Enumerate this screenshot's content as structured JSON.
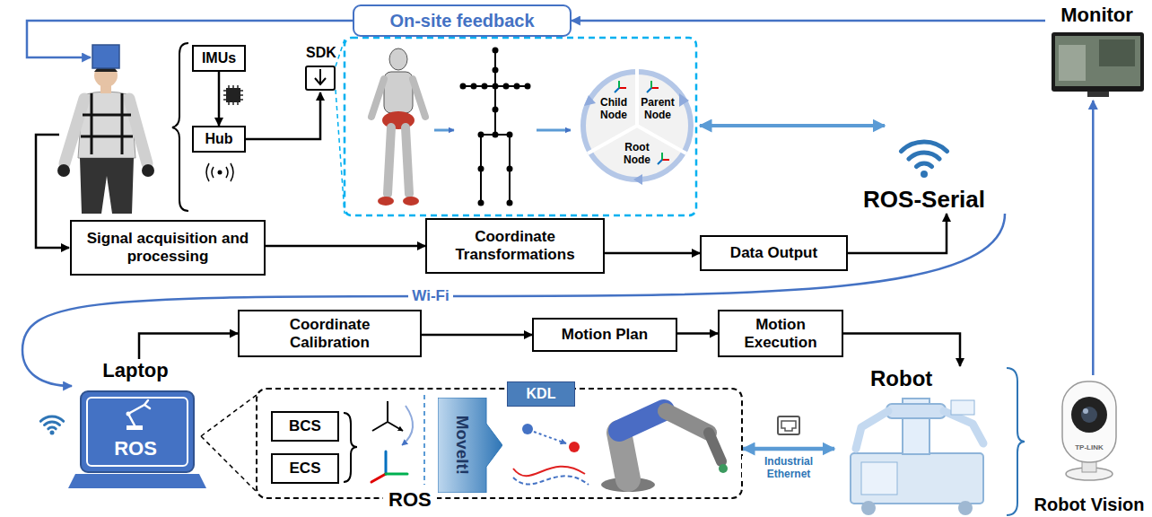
{
  "diagram": {
    "nodes": [
      {
        "text": [
          "On-site feedback"
        ]
      },
      {
        "text": [
          "Monitor"
        ]
      },
      {
        "text": [
          "IMUs"
        ]
      },
      {
        "text": [
          "Hub"
        ]
      },
      {
        "text": [
          "Signal acquisition and processing"
        ]
      },
      {
        "text": [
          "Coordinate Transformations"
        ]
      },
      {
        "text": [
          "Data Output"
        ]
      },
      {
        "text": [
          "ROS-Serial"
        ]
      },
      {
        "text": [
          "Coordinate Calibration"
        ]
      },
      {
        "text": [
          "Motion Plan"
        ]
      },
      {
        "text": [
          "Motion Execution"
        ]
      },
      {
        "text": [
          "Laptop",
          "ROS"
        ]
      },
      {
        "text": [
          "ROS"
        ]
      },
      {
        "text": [
          "BCS"
        ],
        "in": 12
      },
      {
        "text": [
          "ECS"
        ],
        "in": 12
      },
      {
        "text": [
          "MoveIt!"
        ],
        "in": 12
      },
      {
        "text": [
          "KDL"
        ],
        "in": 12
      },
      {
        "text": [
          "Robot"
        ]
      },
      {
        "text": [
          "Robot Vision"
        ]
      }
    ],
    "edges": [
      {
        "from": 2,
        "to": 3,
        "arrow": "to"
      },
      {
        "from": 4,
        "to": 5,
        "arrow": "to"
      },
      {
        "from": 5,
        "to": 6,
        "arrow": "to"
      },
      {
        "from": 6,
        "to": 7,
        "arrow": "to"
      },
      {
        "from": 7,
        "to": 11,
        "label": "Wi-Fi",
        "arrow": "to"
      },
      {
        "from": 11,
        "to": 8,
        "arrow": "to"
      },
      {
        "from": 8,
        "to": 9,
        "arrow": "to"
      },
      {
        "from": 9,
        "to": 10,
        "arrow": "to"
      },
      {
        "from": 10,
        "to": 17,
        "arrow": "to"
      },
      {
        "from": 12,
        "to": 17,
        "label": "Industrial Ethernet",
        "arrow": "both"
      },
      {
        "from": 18,
        "to": 1,
        "arrow": "to"
      },
      {
        "from": 1,
        "to": 0,
        "arrow": "to"
      }
    ],
    "labels": [
      "SDK",
      "Child Node",
      "Parent Node",
      "Root Node",
      "TP-LINK"
    ]
  }
}
